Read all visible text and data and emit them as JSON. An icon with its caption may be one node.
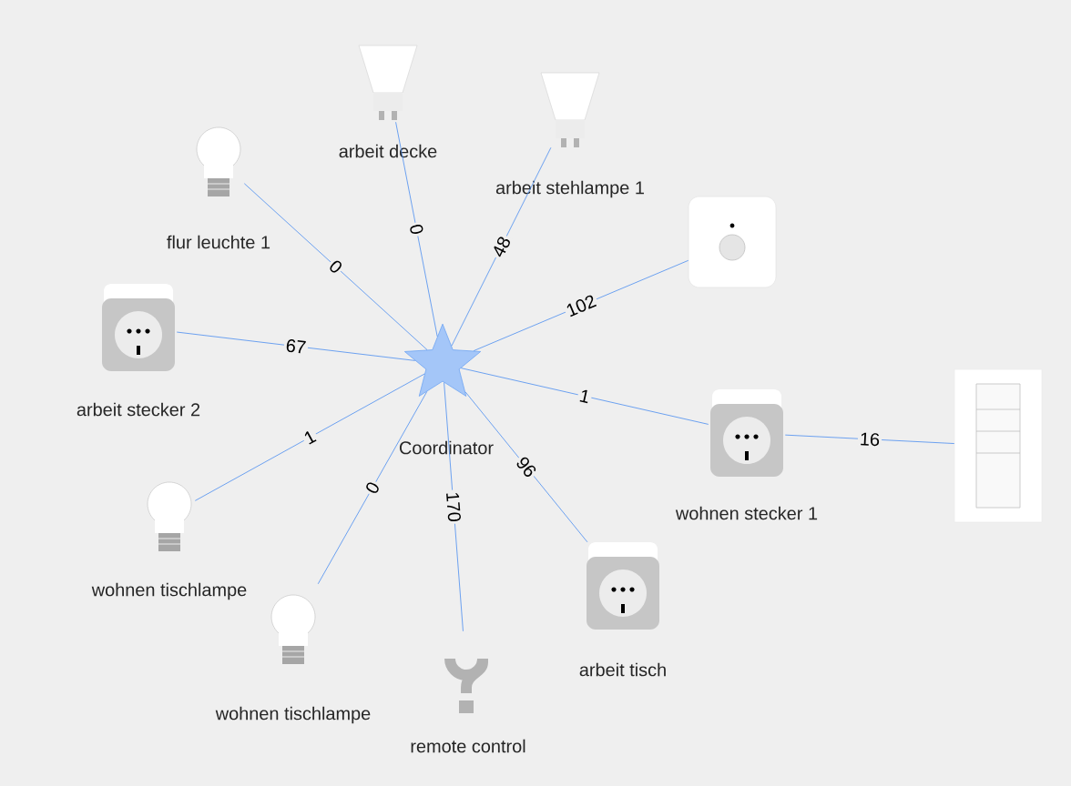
{
  "diagram": {
    "nodes": [
      {
        "text": [
          "Coordinator"
        ]
      },
      {
        "text": [
          "arbeit decke"
        ]
      },
      {
        "text": [
          "arbeit stehlampe 1"
        ]
      },
      {
        "text": [
          "flur leuchte 1"
        ]
      },
      {
        "text": [],
        "shape": "box"
      },
      {
        "text": [
          "arbeit stecker 2"
        ]
      },
      {
        "text": [
          "wohnen stecker 1"
        ]
      },
      {
        "text": [],
        "shape": "box"
      },
      {
        "text": [
          "wohnen tischlampe"
        ]
      },
      {
        "text": [
          "wohnen tischlampe"
        ]
      },
      {
        "text": [
          "arbeit tisch"
        ]
      },
      {
        "text": [
          "remote control"
        ]
      }
    ],
    "edges": [
      {
        "from": 0,
        "to": 1,
        "arrow": "none",
        "label": "0"
      },
      {
        "from": 0,
        "to": 2,
        "arrow": "none",
        "label": "48"
      },
      {
        "from": 0,
        "to": 3,
        "arrow": "none",
        "label": "0"
      },
      {
        "from": 0,
        "to": 4,
        "arrow": "none",
        "label": "102"
      },
      {
        "from": 0,
        "to": 5,
        "arrow": "none",
        "label": "67"
      },
      {
        "from": 0,
        "to": 6,
        "arrow": "none",
        "label": "1"
      },
      {
        "from": 6,
        "to": 7,
        "arrow": "none",
        "label": "16"
      },
      {
        "from": 0,
        "to": 8,
        "arrow": "none",
        "label": "1"
      },
      {
        "from": 0,
        "to": 9,
        "arrow": "none",
        "label": "0"
      },
      {
        "from": 0,
        "to": 10,
        "arrow": "none",
        "label": "96"
      },
      {
        "from": 0,
        "to": 11,
        "arrow": "none",
        "label": "170"
      }
    ]
  }
}
